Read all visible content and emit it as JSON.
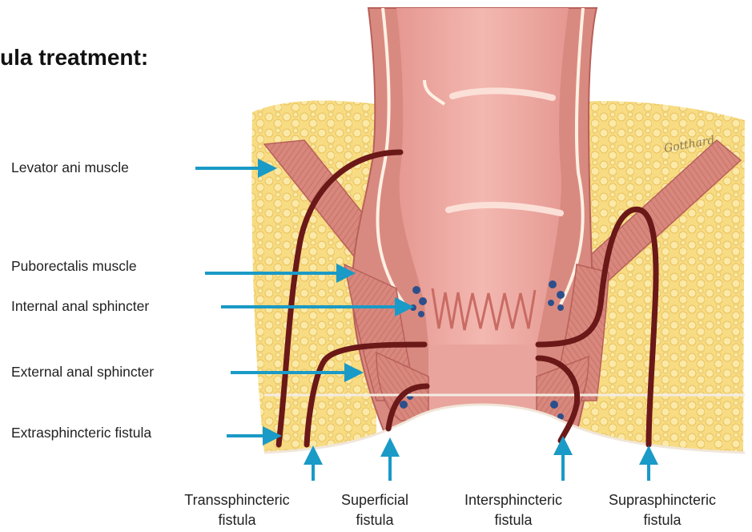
{
  "heading": "ula treatment:",
  "signature": "Gotthard",
  "colors": {
    "arrow": "#1a9ac6",
    "fat": "#f6d87a",
    "muscle": "#d9847a",
    "lumen": "#eca6a0",
    "fistula": "#6b1818"
  },
  "left_labels": [
    {
      "id": "levator",
      "text": "Levator ani muscle"
    },
    {
      "id": "puborectalis",
      "text": "Puborectalis muscle"
    },
    {
      "id": "internal",
      "text": "Internal anal sphincter"
    },
    {
      "id": "external",
      "text": "External anal sphincter"
    },
    {
      "id": "extrasphincteric",
      "text": "Extrasphincteric fistula"
    }
  ],
  "bottom_labels": [
    {
      "id": "transsphincteric",
      "line1": "Transsphincteric",
      "line2": "fistula"
    },
    {
      "id": "superficial",
      "line1": "Superficial",
      "line2": "fistula"
    },
    {
      "id": "intersphincteric",
      "line1": "Intersphincteric",
      "line2": "fistula"
    },
    {
      "id": "suprasphincteric",
      "line1": "Suprasphincteric",
      "line2": "fistula"
    }
  ]
}
